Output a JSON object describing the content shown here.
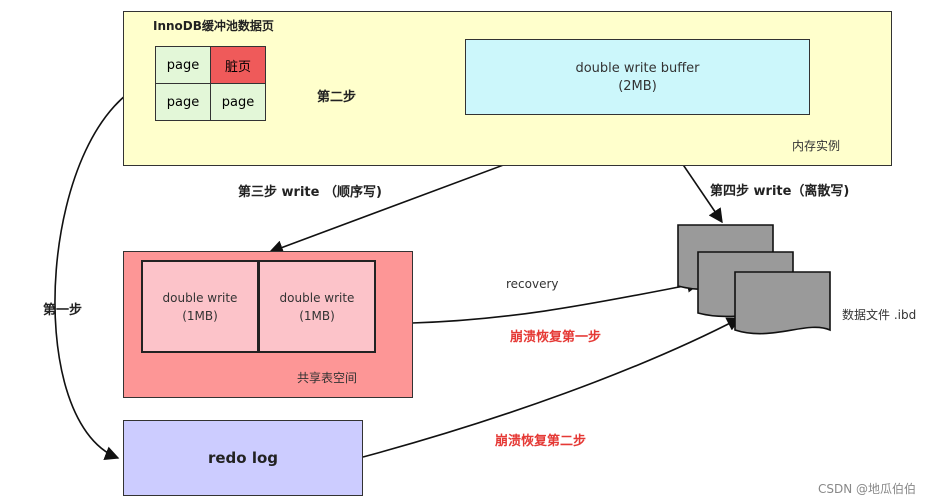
{
  "buffer_pool": {
    "title": "InnoDB缓冲池数据页",
    "cells": [
      "page",
      "脏页",
      "page",
      "page"
    ],
    "memory_label": "内存实例"
  },
  "dwb_memory": {
    "line1": "double write buffer",
    "line2": "(2MB)"
  },
  "shared_tablespace": {
    "part1_line1": "double write",
    "part1_line2": "(1MB)",
    "part2_line1": "double write",
    "part2_line2": "(1MB)",
    "label": "共享表空间"
  },
  "redo": {
    "label": "redo log"
  },
  "datafiles": {
    "label": "数据文件 .ibd"
  },
  "steps": {
    "step1": "第一步",
    "step2": "第二步",
    "step3": "第三步 write （顺序写)",
    "step4": "第四步 write（离散写)",
    "recovery": "recovery",
    "crash1": "崩溃恢复第一步",
    "crash2": "崩溃恢复第二步"
  },
  "watermark": "CSDN @地瓜伯伯",
  "colors": {
    "pool_bg": "#ffffcc",
    "page_green": "#e3f7d8",
    "dirty_red": "#ef5a5a",
    "dwb_cyan": "#ccf7fb",
    "shared_red": "#fd9696",
    "dw_pink": "#fcc3c9",
    "redo_blue": "#ccccff",
    "file_gray": "#9a9a9a",
    "crash_text": "#e53935"
  }
}
